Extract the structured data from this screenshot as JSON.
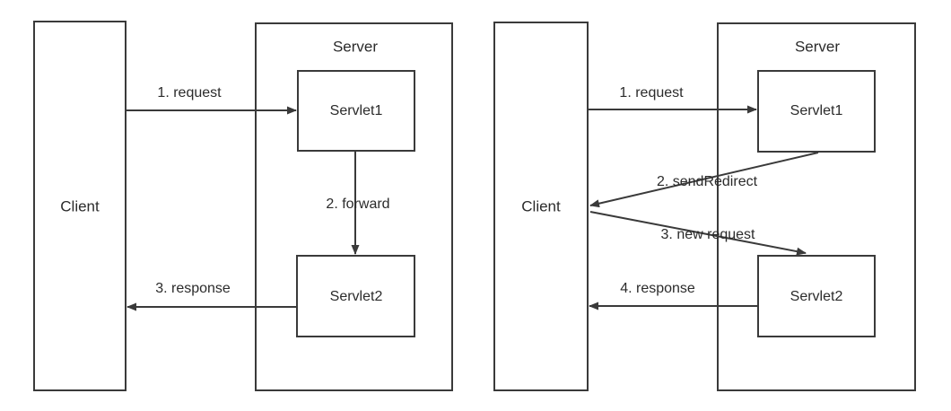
{
  "diagram": {
    "type": "sequence-flow-comparison",
    "stroke_color": "#3a3a3a",
    "text_color": "#2b2b2b",
    "background_color": "#ffffff",
    "panels": [
      {
        "id": "forward",
        "client_label": "Client",
        "server_label": "Server",
        "servlet1_label": "Servlet1",
        "servlet2_label": "Servlet2",
        "arrows": [
          {
            "id": "a1",
            "label": "1. request",
            "from": "client",
            "to": "servlet1",
            "shape": "horizontal-right"
          },
          {
            "id": "a2",
            "label": "2. forward",
            "from": "servlet1",
            "to": "servlet2",
            "shape": "vertical-down"
          },
          {
            "id": "a3",
            "label": "3. response",
            "from": "servlet2",
            "to": "client",
            "shape": "horizontal-left"
          }
        ]
      },
      {
        "id": "sendRedirect",
        "client_label": "Client",
        "server_label": "Server",
        "servlet1_label": "Servlet1",
        "servlet2_label": "Servlet2",
        "arrows": [
          {
            "id": "b1",
            "label": "1. request",
            "from": "client",
            "to": "servlet1",
            "shape": "horizontal-right"
          },
          {
            "id": "b2",
            "label": "2. sendRedirect",
            "from": "servlet1",
            "to": "client",
            "shape": "diagonal-left"
          },
          {
            "id": "b3",
            "label": "3. new request",
            "from": "client",
            "to": "servlet2",
            "shape": "diagonal-right"
          },
          {
            "id": "b4",
            "label": "4. response",
            "from": "servlet2",
            "to": "client",
            "shape": "horizontal-left"
          }
        ]
      }
    ]
  }
}
